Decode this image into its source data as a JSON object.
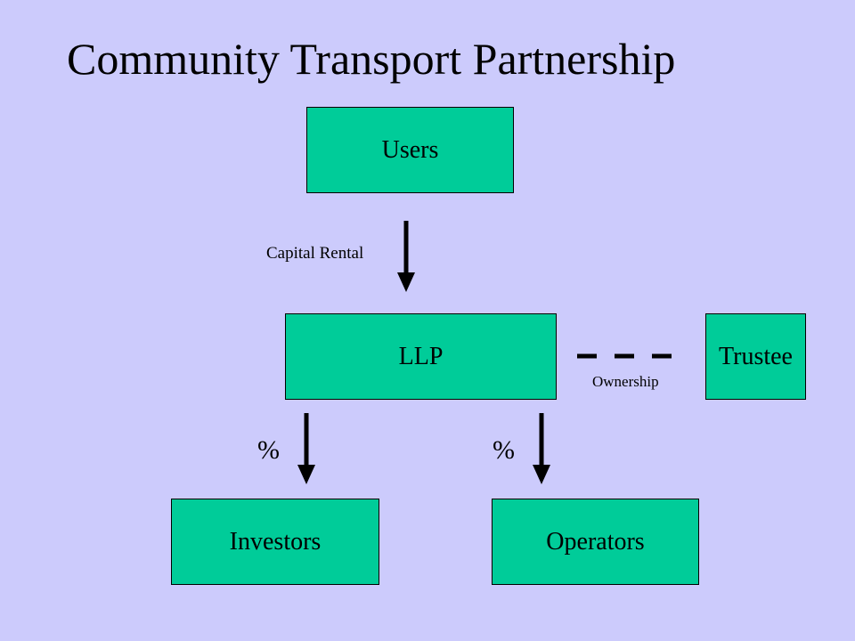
{
  "slide": {
    "title": "Community Transport Partnership",
    "background_color": "#cccbfc",
    "box_color": "#00cc99"
  },
  "boxes": {
    "users": "Users",
    "llp": "LLP",
    "trustee": "Trustee",
    "investors": "Investors",
    "operators": "Operators"
  },
  "labels": {
    "capital_rental": "Capital Rental",
    "ownership": "Ownership",
    "pct_investors": "%",
    "pct_operators": "%"
  }
}
